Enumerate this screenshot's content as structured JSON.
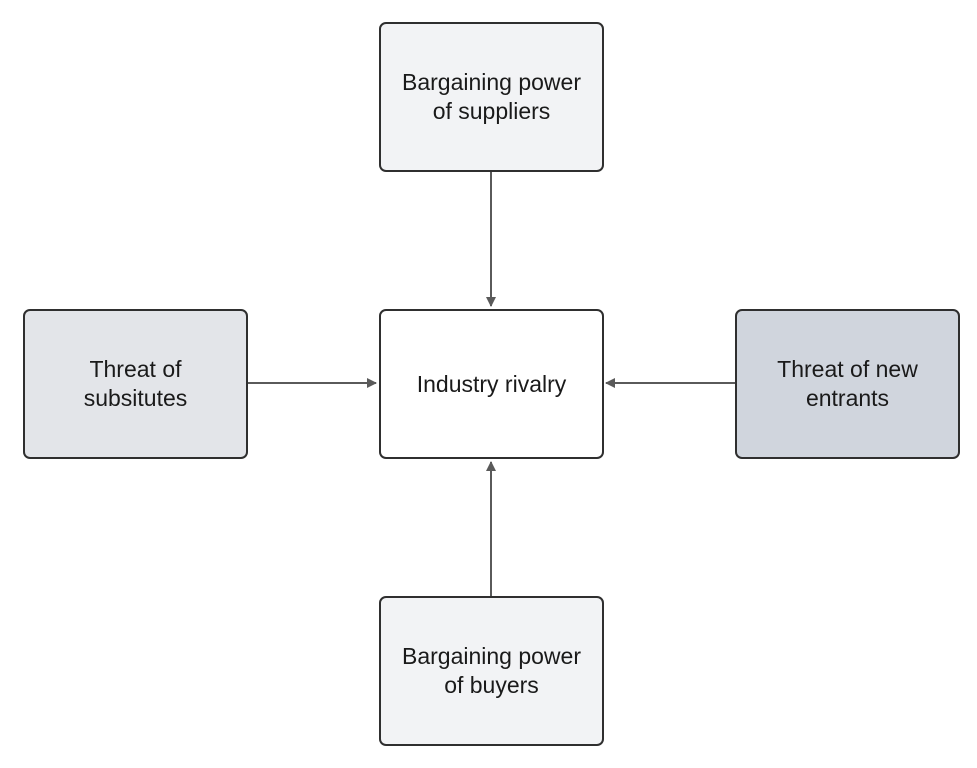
{
  "colors": {
    "light_fill": "#f2f3f5",
    "medium_fill": "#e3e5e9",
    "dark_fill": "#d0d5dd",
    "center_fill": "#ffffff",
    "arrow": "#5a5a5a"
  },
  "nodes": {
    "suppliers": {
      "text": "Bargaining power of suppliers"
    },
    "rivalry": {
      "text": "Industry rivalry"
    },
    "buyers": {
      "text": "Bargaining power of buyers"
    },
    "substitutes": {
      "text": "Threat of subsitutes"
    },
    "entrants": {
      "text": "Threat of new entrants"
    }
  },
  "edges": [
    {
      "from": "suppliers",
      "to": "rivalry"
    },
    {
      "from": "buyers",
      "to": "rivalry"
    },
    {
      "from": "substitutes",
      "to": "rivalry"
    },
    {
      "from": "entrants",
      "to": "rivalry"
    }
  ]
}
